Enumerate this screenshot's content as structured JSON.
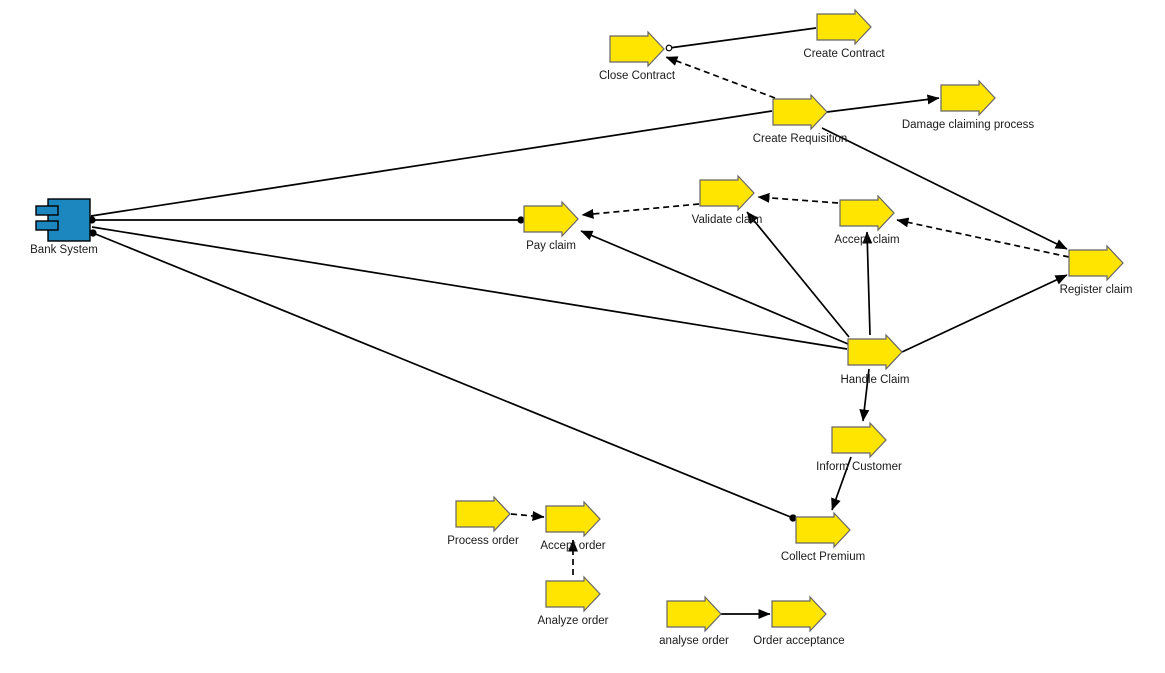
{
  "colors": {
    "process_fill": "#FFE500",
    "component_fill": "#1C87BE",
    "edge_color": "#000000",
    "label_color": "#1a1a1a"
  },
  "diagram": {
    "nodes": [
      {
        "id": "bank-system",
        "type": "component",
        "label": "Bank System"
      },
      {
        "id": "create-contract",
        "type": "process",
        "label": "Create Contract"
      },
      {
        "id": "close-contract",
        "type": "process",
        "label": "Close Contract"
      },
      {
        "id": "create-requisition",
        "type": "process",
        "label": "Create Requisition"
      },
      {
        "id": "damage-claiming-process",
        "type": "process",
        "label": "Damage claiming process"
      },
      {
        "id": "validate-claim",
        "type": "process",
        "label": "Validate claim"
      },
      {
        "id": "accept-claim",
        "type": "process",
        "label": "Accept claim"
      },
      {
        "id": "pay-claim",
        "type": "process",
        "label": "Pay claim"
      },
      {
        "id": "register-claim",
        "type": "process",
        "label": "Register claim"
      },
      {
        "id": "handle-claim",
        "type": "process",
        "label": "Handle Claim"
      },
      {
        "id": "inform-customer",
        "type": "process",
        "label": "Inform Customer"
      },
      {
        "id": "collect-premium",
        "type": "process",
        "label": "Collect Premium"
      },
      {
        "id": "process-order",
        "type": "process",
        "label": "Process order"
      },
      {
        "id": "accept-order",
        "type": "process",
        "label": "Accept order"
      },
      {
        "id": "analyze-order",
        "type": "process",
        "label": "Analyze order"
      },
      {
        "id": "analyse-order",
        "type": "process",
        "label": "analyse order"
      },
      {
        "id": "order-acceptance",
        "type": "process",
        "label": "Order acceptance"
      }
    ],
    "edges": [
      {
        "from": "Bank System",
        "to": "Create Requisition",
        "style": "solid",
        "markers": "none"
      },
      {
        "from": "Bank System",
        "to": "Pay claim",
        "style": "solid",
        "markers": "dot-both-ends"
      },
      {
        "from": "Bank System",
        "to": "Handle Claim",
        "style": "solid",
        "markers": "none"
      },
      {
        "from": "Bank System",
        "to": "Collect Premium",
        "style": "solid",
        "markers": "dot-both-ends"
      },
      {
        "from": "Create Contract",
        "to": "Close Contract",
        "style": "solid",
        "markers": "open-circle-at-target"
      },
      {
        "from": "Create Requisition",
        "to": "Damage claiming process",
        "style": "solid",
        "markers": "arrow-at-target"
      },
      {
        "from": "Create Requisition",
        "to": "Register claim",
        "style": "solid",
        "markers": "arrow-at-target"
      },
      {
        "from": "Handle Claim",
        "to": "Register claim",
        "style": "solid",
        "markers": "arrow-at-target"
      },
      {
        "from": "Handle Claim",
        "to": "Accept claim",
        "style": "solid",
        "markers": "arrow-at-target"
      },
      {
        "from": "Handle Claim",
        "to": "Validate claim",
        "style": "solid",
        "markers": "arrow-at-target"
      },
      {
        "from": "Handle Claim",
        "to": "Pay claim",
        "style": "solid",
        "markers": "arrow-at-target"
      },
      {
        "from": "Handle Claim",
        "to": "Inform Customer",
        "style": "solid",
        "markers": "arrow-at-target"
      },
      {
        "from": "Inform Customer",
        "to": "Collect Premium",
        "style": "solid",
        "markers": "arrow-at-target"
      },
      {
        "from": "analyse order",
        "to": "Order acceptance",
        "style": "solid",
        "markers": "arrow-at-target"
      },
      {
        "from": "Create Requisition",
        "to": "Close Contract",
        "style": "dashed",
        "markers": "arrow-at-target"
      },
      {
        "from": "Register claim",
        "to": "Accept claim",
        "style": "dashed",
        "markers": "arrow-at-target"
      },
      {
        "from": "Accept claim",
        "to": "Validate claim",
        "style": "dashed",
        "markers": "arrow-at-target"
      },
      {
        "from": "Validate claim",
        "to": "Pay claim",
        "style": "dashed",
        "markers": "arrow-at-target"
      },
      {
        "from": "Process order",
        "to": "Accept order",
        "style": "dashed",
        "markers": "arrow-at-target"
      },
      {
        "from": "Analyze order",
        "to": "Accept order",
        "style": "dashed",
        "markers": "arrow-at-target"
      }
    ]
  }
}
